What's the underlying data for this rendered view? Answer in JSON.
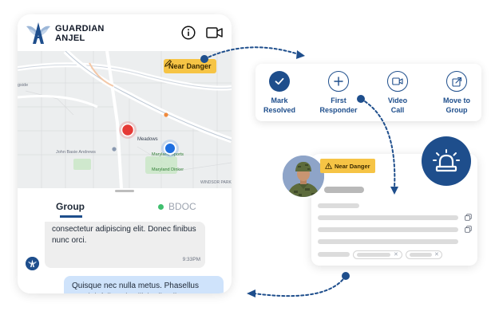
{
  "app": {
    "brand_line1": "GUARDIAN",
    "brand_line2": "ANJEL"
  },
  "header": {
    "info_icon": "info-icon",
    "video_icon": "video-camera-icon"
  },
  "map": {
    "status_chip": "Near Danger",
    "edit_icon": "pencil-icon",
    "labels": {
      "meadows": "Meadows",
      "park": "John Basie Andrews",
      "maryland1": "Maryland Sports",
      "maryland2": "Maryland Dinker",
      "windsor": "WINDSOR PARK",
      "gside": "gside"
    }
  },
  "chat": {
    "tabs": [
      {
        "label": "Group",
        "active": true
      },
      {
        "label": "BDOC",
        "active": false,
        "status_color": "#3fbf6e"
      }
    ],
    "messages": [
      {
        "text": "consectetur adipiscing elit. Donec finibus nunc orci.",
        "time": "9:33PM",
        "direction": "in"
      },
      {
        "text": "Quisque nec nulla metus. Phasellus suscipit felis vel sollicitudin aliquet.",
        "direction": "out"
      }
    ]
  },
  "actions": [
    {
      "label_line1": "Mark",
      "label_line2": "Resolved",
      "icon": "check-icon"
    },
    {
      "label_line1": "First",
      "label_line2": "Responder",
      "icon": "plus-icon"
    },
    {
      "label_line1": "Video",
      "label_line2": "Call",
      "icon": "video-camera-icon"
    },
    {
      "label_line1": "Move to",
      "label_line2": "Group",
      "icon": "move-arrow-icon"
    }
  ],
  "alert": {
    "status_chip": "Near Danger",
    "warning_icon": "warning-triangle-icon",
    "siren_icon": "siren-icon"
  },
  "colors": {
    "primary": "#1e4e8c",
    "warning": "#f6c445",
    "bubble_out": "#cfe3fb",
    "bubble_in": "#eeeeee",
    "danger_marker": "#e53935",
    "user_marker": "#1e6fe0"
  }
}
